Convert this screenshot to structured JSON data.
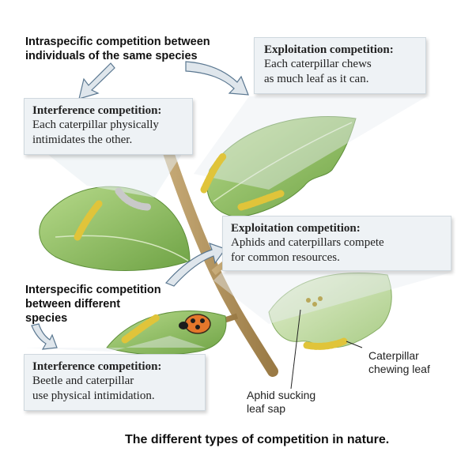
{
  "heading_intraspecific": [
    "Intraspecific competition between",
    "individuals of the same species"
  ],
  "heading_interspecific": [
    "Interspecific competition",
    "between different",
    "species"
  ],
  "box_exploitation_top": {
    "title": "Exploitation competition:",
    "lines": [
      "Each caterpillar chews",
      "as much leaf as it can."
    ]
  },
  "box_interference_top": {
    "title": "Interference competition:",
    "lines": [
      "Each caterpillar physically",
      "intimidates the other."
    ]
  },
  "box_exploitation_mid": {
    "title": "Exploitation competition:",
    "lines": [
      "Aphids and caterpillars compete",
      "for common resources."
    ]
  },
  "box_interference_bottom": {
    "title": "Interference competition:",
    "lines": [
      "Beetle and caterpillar",
      "use physical intimidation."
    ]
  },
  "label_caterpillar": [
    "Caterpillar",
    "chewing leaf"
  ],
  "label_aphid": [
    "Aphid sucking",
    "leaf sap"
  ],
  "caption": "The different types of competition in nature.",
  "colors": {
    "box_fill": "#eef2f5",
    "leaf": "#8fbf63",
    "stem": "#b99a64",
    "arrow_fill": "#dfe6ec",
    "arrow_stroke": "#5b7891",
    "caterpillar": "#e8d24a"
  }
}
